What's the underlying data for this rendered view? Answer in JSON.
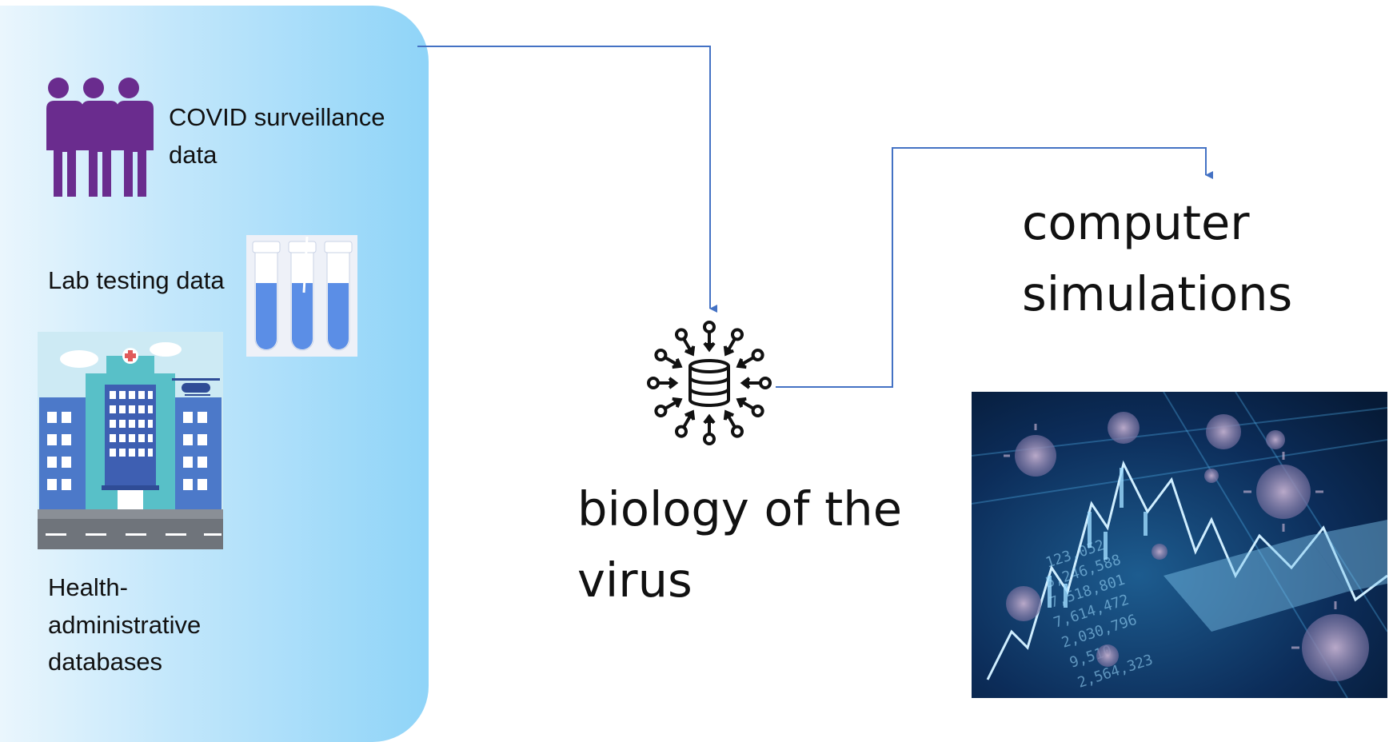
{
  "sources": {
    "surveillance": "COVID surveillance data",
    "lab": "Lab testing data",
    "health_admin": "Health-administrative databases"
  },
  "center": {
    "label": "biology of the virus"
  },
  "output": {
    "label": "computer simulations"
  },
  "colors": {
    "arrow": "#4472c4",
    "people": "#6a2c8e",
    "panel": "#8fd4f8",
    "tube": "#5b8ee6"
  },
  "icons": [
    "people-icon",
    "test-tubes-icon",
    "hospital-icon",
    "virus-database-icon",
    "simulation-image"
  ]
}
